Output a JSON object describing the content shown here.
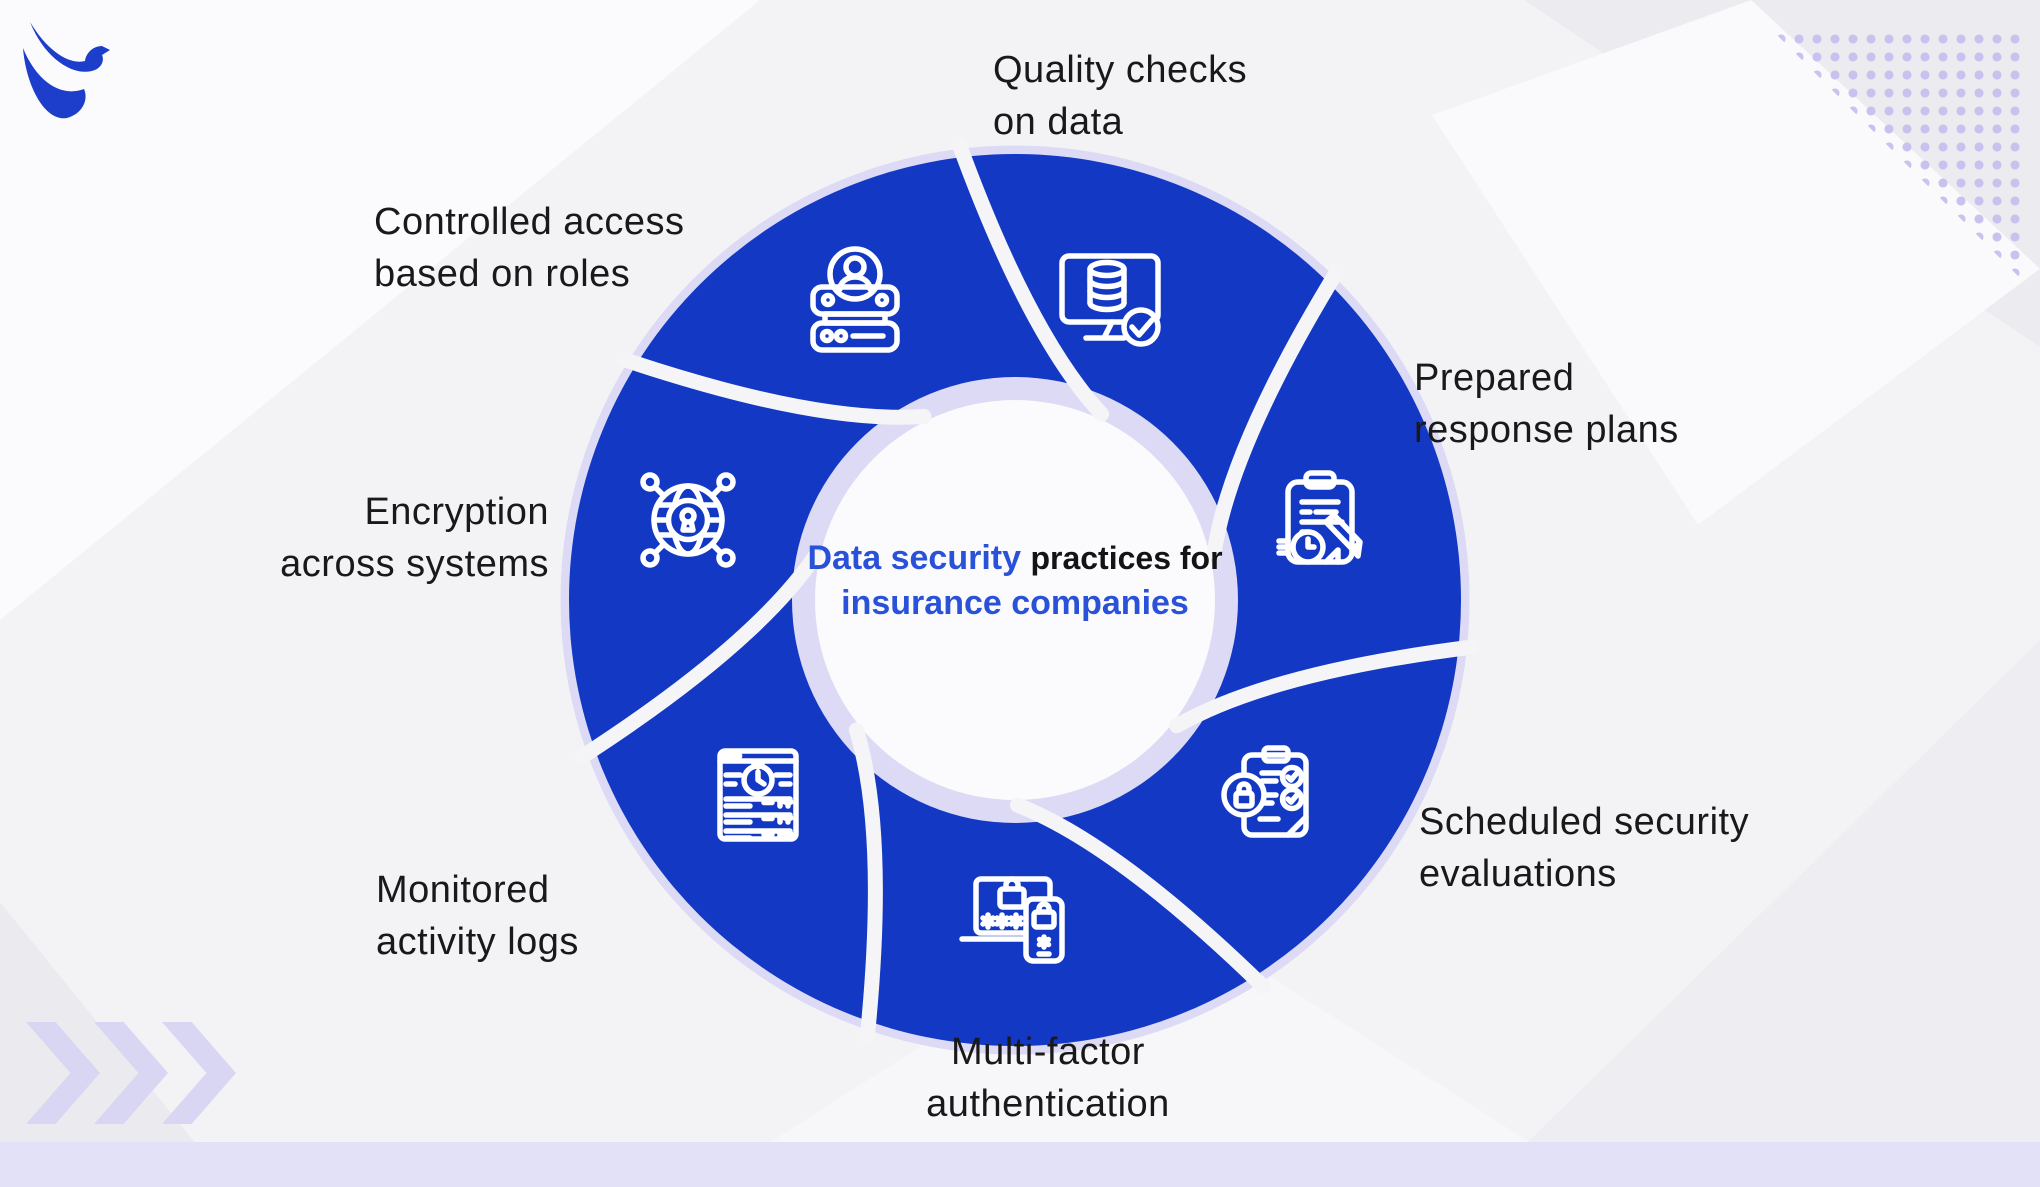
{
  "title": "Data security practices for insurance companies infographic",
  "brand": {
    "logo": "phoenix-bird-logo"
  },
  "center": {
    "line1": "Data security",
    "line2": "practices for",
    "line3": "insurance companies"
  },
  "segments": [
    {
      "label_line1": "Quality checks",
      "label_line2": "on data",
      "icon": "monitor-database-check-icon",
      "position": "top"
    },
    {
      "label_line1": "Prepared",
      "label_line2": "response plans",
      "icon": "clipboard-clock-pencil-icon",
      "position": "upper-right"
    },
    {
      "label_line1": "Scheduled security",
      "label_line2": "evaluations",
      "icon": "clipboard-lock-checklist-icon",
      "position": "lower-right"
    },
    {
      "label_line1": "Multi-factor",
      "label_line2": "authentication",
      "icon": "laptop-phone-lock-icon",
      "position": "bottom"
    },
    {
      "label_line1": "Monitored",
      "label_line2": "activity logs",
      "icon": "log-window-clock-icon",
      "position": "lower-left"
    },
    {
      "label_line1": "Encryption",
      "label_line2": "across systems",
      "icon": "globe-keyhole-network-icon",
      "position": "left"
    },
    {
      "label_line1": "Controlled access",
      "label_line2": "based on roles",
      "icon": "user-server-icon",
      "position": "upper-left"
    }
  ],
  "colors": {
    "segment_blue": "#1238c4",
    "center_text_blue": "#2a52d8",
    "label_text": "#191919",
    "lavender_ring": "#dcdaf5",
    "dots": "#c8c3ee",
    "chevron": "#d9d6f3",
    "bottom_band": "#e3e1f8",
    "background": "#f3f3f6"
  }
}
